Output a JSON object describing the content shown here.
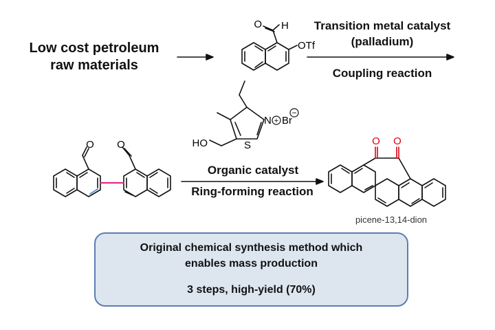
{
  "step1": {
    "start_line1": "Low cost petroleum",
    "start_line2": "raw materials",
    "intermediate_atoms": {
      "aldehyde_o": "O",
      "aldehyde_h": "H",
      "triflate": "OTf"
    },
    "condition_line1": "Transition metal catalyst",
    "condition_line2": "(palladium)",
    "condition_line3": "Coupling reaction"
  },
  "step2": {
    "catalyst_atoms": {
      "ho": "HO",
      "s": "S",
      "n": "N",
      "br": "Br",
      "plus": "+",
      "minus": "−"
    },
    "condition_line1": "Organic catalyst",
    "condition_line2": "Ring-forming reaction",
    "reactant_atoms": {
      "o1": "O",
      "o2": "O"
    },
    "product_atoms": {
      "o1": "O",
      "o2": "O"
    },
    "product_name": "picene-13,14-dion"
  },
  "summary": {
    "line1": "Original chemical synthesis method which",
    "line2": "enables mass production",
    "line3": "3 steps, high-yield (70%)"
  },
  "colors": {
    "bond": "#111111",
    "biaryl_bond": "#e0218a",
    "carbonyl": "#e0000f",
    "box_fill": "#dde6ef",
    "box_border": "#5b7db3"
  }
}
